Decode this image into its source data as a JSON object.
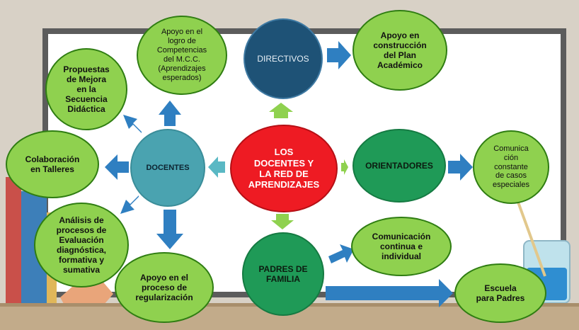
{
  "center": {
    "label": "LOS\nDOCENTES Y\nLA RED DE\nAPRENDIZAJES"
  },
  "hubs": {
    "docentes": "DOCENTES",
    "directivos": "DIRECTIVOS",
    "orientadores": "ORIENTADORES",
    "padres": "PADRES DE\nFAMILIA"
  },
  "leaves": {
    "propuestas": "Propuestas\nde Mejora\nen la\nSecuencia\nDidáctica",
    "competencias": "Apoyo en el\nlogro de\nCompetencias\ndel M.C.C.\n(Aprendizajes\nesperados)",
    "construccion": "Apoyo en\nconstrucción\ndel Plan\nAcadémico",
    "colaboracion": "Colaboración\nen Talleres",
    "analisis": "Análisis de\nprocesos de\nEvaluación\ndiagnóstica,\nformativa y\nsumativa",
    "regularizacion": "Apoyo en el\nproceso de\nregularización",
    "comunicacion_orient": "Comunica\nción\nconstante\nde casos\nespeciales",
    "comunicacion_padres": "Comunicación\ncontinua e\nindividual",
    "escuela": "Escuela\npara Padres"
  },
  "colors": {
    "leaf_fill": "#8fd14f",
    "leaf_border": "#2f7d12",
    "docentes": "#4aa3b0",
    "directivos": "#1e5276",
    "orientadores_padres": "#1f9a57",
    "center": "#ee1b23",
    "arrow_blue": "#2f7fc1",
    "arrow_teal": "#5ab8c4",
    "arrow_green": "#8fd14f"
  }
}
